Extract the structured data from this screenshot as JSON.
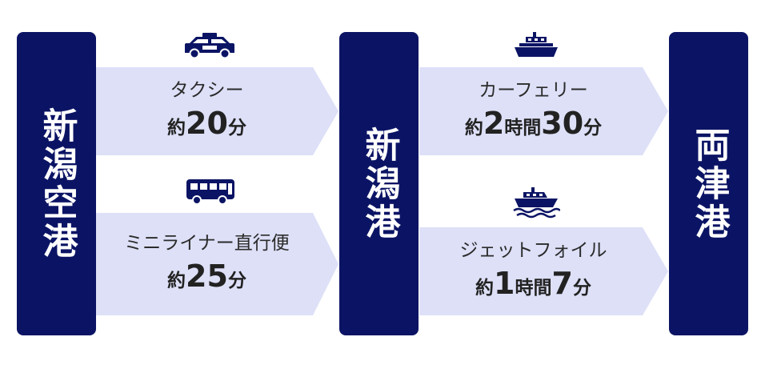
{
  "nodes": {
    "airport": "新潟空港",
    "port": "新潟港",
    "destination": "両津港"
  },
  "routes": {
    "taxi": {
      "icon": "taxi-icon",
      "label": "タクシー",
      "time_prefix": "約",
      "time_value": "20",
      "time_unit": "分"
    },
    "bus": {
      "icon": "bus-icon",
      "label": "ミニライナー直行便",
      "time_prefix": "約",
      "time_value": "25",
      "time_unit": "分"
    },
    "ferry": {
      "icon": "car-ferry-icon",
      "label": "カーフェリー",
      "time_prefix": "約",
      "time_hours": "2",
      "time_hours_unit": "時間",
      "time_minutes": "30",
      "time_minutes_unit": "分"
    },
    "jetfoil": {
      "icon": "jetfoil-icon",
      "label": "ジェットフォイル",
      "time_prefix": "約",
      "time_hours": "1",
      "time_hours_unit": "時間",
      "time_minutes": "7",
      "time_minutes_unit": "分"
    }
  },
  "colors": {
    "node": "#0b1464",
    "arrow": "#dde0f7"
  }
}
